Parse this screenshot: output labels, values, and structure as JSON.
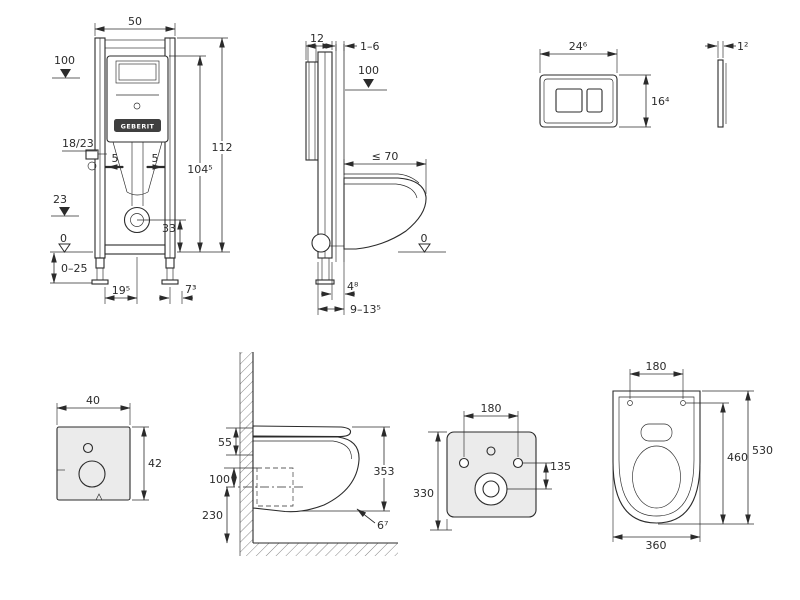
{
  "colors": {
    "line": "#2b2b2b",
    "fill-light": "#ebebeb",
    "brand-dark": "#3f3f3f",
    "paper": "#ffffff"
  },
  "frameFront": {
    "brand": "GEBERIT",
    "w50": "50",
    "h100": "100",
    "h112": "112",
    "h1045": "104⁵",
    "d1823": "18/23",
    "d5l": "5",
    "d5r": "5",
    "d23": "23",
    "d33": "33",
    "d0": "0",
    "d025": "0–25",
    "d195": "19⁵",
    "d73": "7³"
  },
  "frameSide": {
    "d12": "12",
    "d16": "1–6",
    "h100": "100",
    "le70": "≤ 70",
    "d0": "0",
    "d48": "4⁸",
    "d9135": "9–13⁵"
  },
  "plate": {
    "w": "24⁶",
    "h": "16⁴",
    "t": "1²"
  },
  "mat": {
    "w": "40",
    "h": "42"
  },
  "wcSide": {
    "d55": "55",
    "d100": "100",
    "d230": "230",
    "d353": "353",
    "d67": "6⁷"
  },
  "wcBack": {
    "d180": "180",
    "d135": "135",
    "d330": "330"
  },
  "wcTop": {
    "d180": "180",
    "d460": "460",
    "d530": "530",
    "d360": "360"
  }
}
